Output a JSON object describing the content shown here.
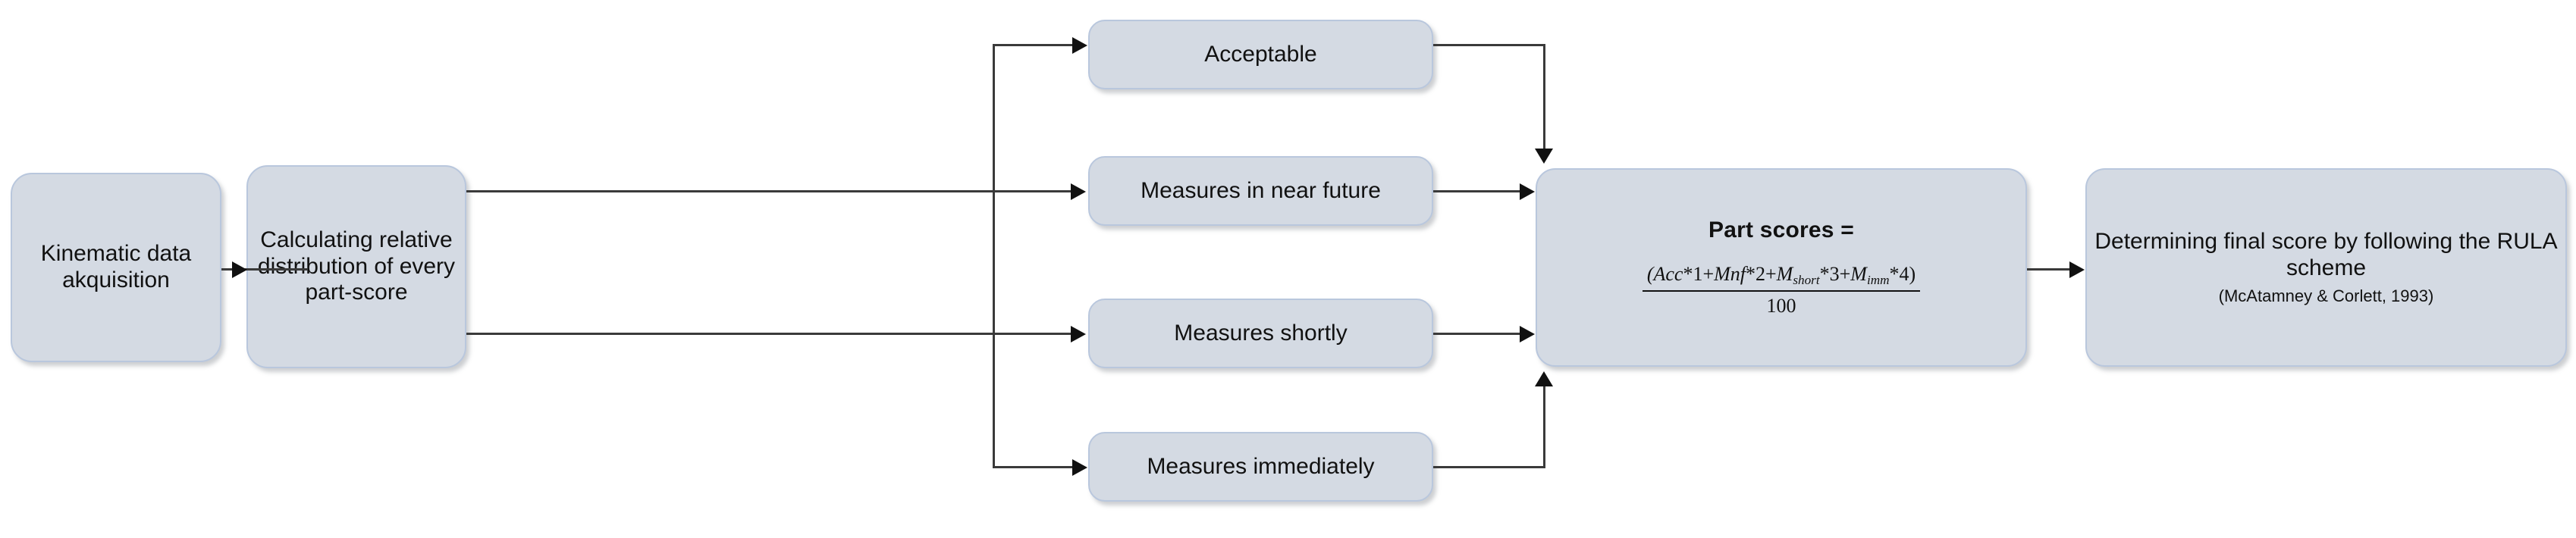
{
  "diagram": {
    "title": "RULA part-score calculation workflow",
    "colors": {
      "node_fill": "#d4dae3",
      "node_border": "#b9c7dd",
      "connector": "#3a3a3a",
      "text": "#111111",
      "background": "#ffffff"
    },
    "nodes": {
      "kinematic": {
        "label": "Kinematic data akquisition"
      },
      "calculating": {
        "label": "Calculating relative distribution of every part-score"
      },
      "acceptable": {
        "label": "Acceptable"
      },
      "near_future": {
        "label": "Measures in near future"
      },
      "shortly": {
        "label": "Measures shortly"
      },
      "immediately": {
        "label": "Measures immediately"
      },
      "part_scores": {
        "title": "Part scores =",
        "formula_numerator": "(Acc*1+Mnf*2+M_short*3+M_imm*4)",
        "formula_denominator": "100",
        "numerator_terms": [
          {
            "variable": "Acc",
            "subscript": "",
            "weight": 1
          },
          {
            "variable": "Mnf",
            "subscript": "",
            "weight": 2
          },
          {
            "variable": "M",
            "subscript": "short",
            "weight": 3
          },
          {
            "variable": "M",
            "subscript": "imm",
            "weight": 4
          }
        ]
      },
      "final_score": {
        "label": "Determining final score by following the RULA scheme",
        "citation": "(McAtamney & Corlett, 1993)"
      }
    },
    "connectors": [
      {
        "from": "kinematic",
        "to": "calculating",
        "style": "straight-right"
      },
      {
        "from": "calculating",
        "to": "acceptable",
        "style": "branch-up-right"
      },
      {
        "from": "calculating",
        "to": "near_future",
        "style": "straight-right"
      },
      {
        "from": "calculating",
        "to": "shortly",
        "style": "straight-right"
      },
      {
        "from": "calculating",
        "to": "immediately",
        "style": "branch-down-right"
      },
      {
        "from": "acceptable",
        "to": "part_scores",
        "style": "right-then-down"
      },
      {
        "from": "near_future",
        "to": "part_scores",
        "style": "straight-right"
      },
      {
        "from": "shortly",
        "to": "part_scores",
        "style": "straight-right"
      },
      {
        "from": "immediately",
        "to": "part_scores",
        "style": "right-then-up"
      },
      {
        "from": "part_scores",
        "to": "final_score",
        "style": "straight-right"
      }
    ]
  }
}
